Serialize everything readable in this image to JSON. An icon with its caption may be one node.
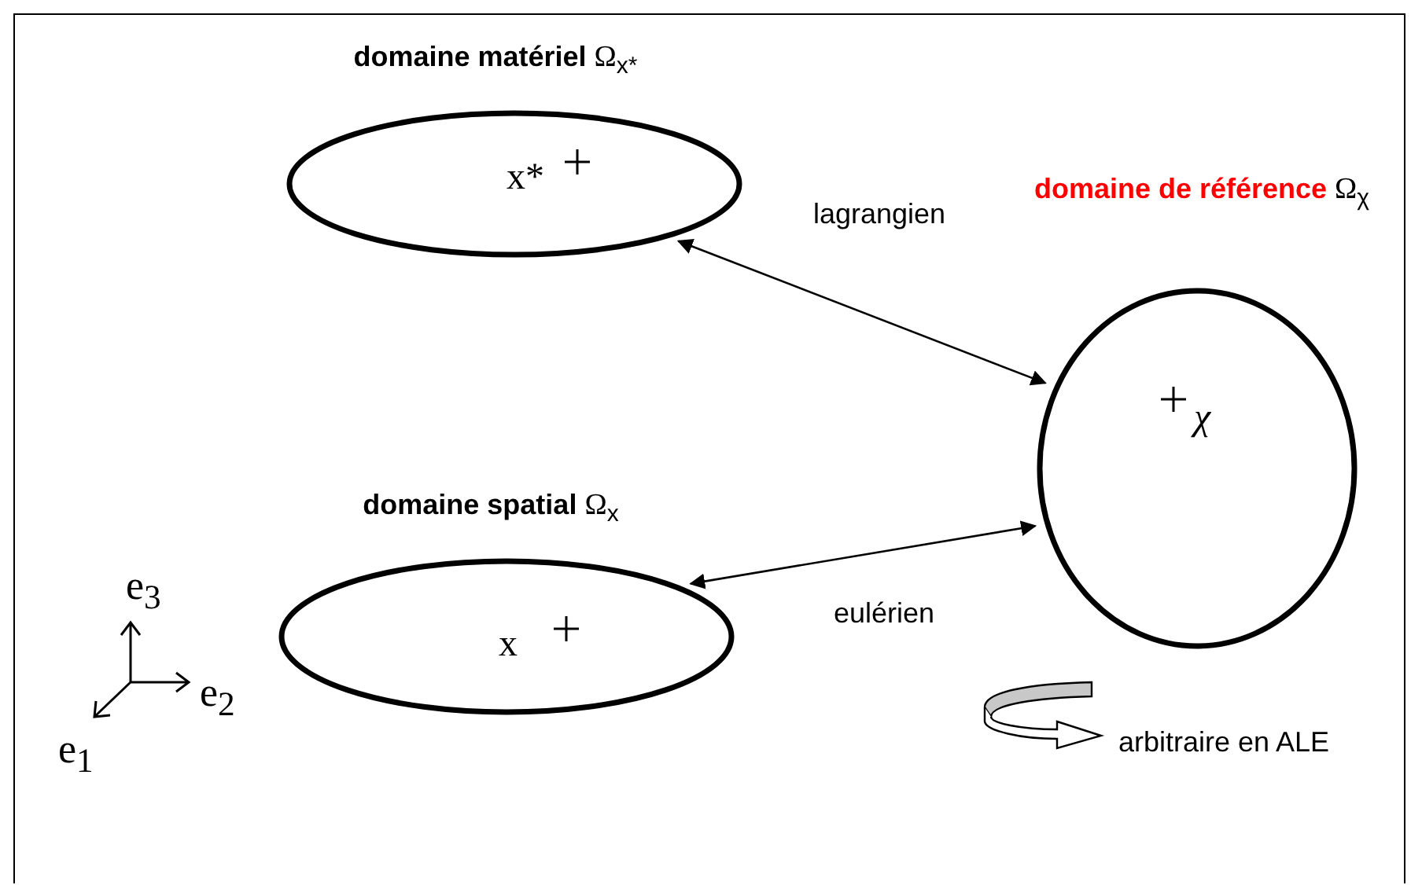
{
  "diagram": {
    "nodes": [
      {
        "text": [
          "**domaine matériel** Ω$_{x*}$",
          "x*"
        ]
      },
      {
        "text": [
          "**domaine de référence** Ω$_{χ}$",
          "χ"
        ]
      },
      {
        "text": [
          "**domaine spatial** Ω$_{x}$",
          "x"
        ]
      }
    ],
    "edges": [
      {
        "from": 0,
        "to": 1,
        "arrow": "both",
        "label": "lagrangien"
      },
      {
        "from": 2,
        "to": 1,
        "arrow": "both",
        "label": "eulérien"
      }
    ],
    "labels": [
      "arbitraire en ALE",
      "e$_{3}$",
      "e$_{2}$",
      "e$_{1}$"
    ]
  }
}
